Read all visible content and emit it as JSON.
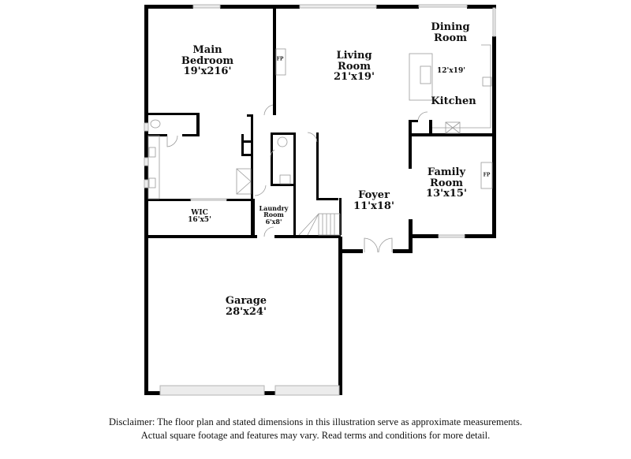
{
  "rooms": {
    "main_bedroom": {
      "name_1": "Main",
      "name_2": "Bedroom",
      "dims": "19'x216'"
    },
    "living_room": {
      "name_1": "Living",
      "name_2": "Room",
      "dims": "21'x19'"
    },
    "dining_room": {
      "name_1": "Dining",
      "name_2": "Room"
    },
    "kitchen": {
      "name": "Kitchen",
      "dims": "12'x19'"
    },
    "family_room": {
      "name_1": "Family",
      "name_2": "Room",
      "dims": "13'x15'"
    },
    "foyer": {
      "name": "Foyer",
      "dims": "11'x18'"
    },
    "wic": {
      "name": "WIC",
      "dims": "16'x5'"
    },
    "laundry_room": {
      "name_1": "Laundry",
      "name_2": "Room",
      "dims": "6'x8'"
    },
    "garage": {
      "name": "Garage",
      "dims": "28'x24'"
    }
  },
  "fixtures": {
    "fireplace_living": "FP",
    "fireplace_family": "FP"
  },
  "disclaimer": {
    "line_1": "Disclaimer: The floor plan and stated dimensions in this illustration serve as approximate measurements.",
    "line_2": "Actual square footage and features may vary. Read terms and conditions for more detail."
  },
  "colors": {
    "wall": "#000000",
    "fixture": "#9a9a9a",
    "window": "#c8c8c8",
    "background": "#ffffff"
  }
}
